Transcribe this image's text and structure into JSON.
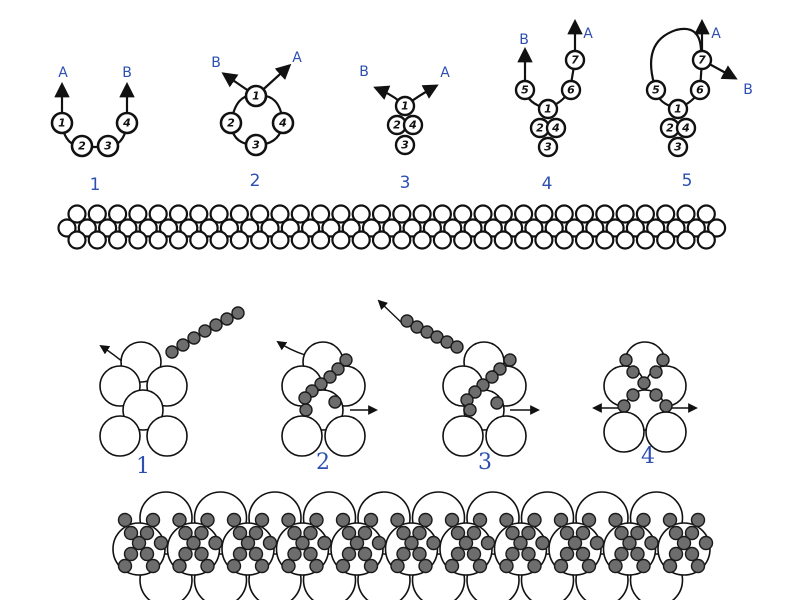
{
  "top_steps": [
    {
      "label": "1",
      "ends": [
        "A",
        "B"
      ]
    },
    {
      "label": "2",
      "ends": [
        "B",
        "A"
      ]
    },
    {
      "label": "3",
      "ends": [
        "B",
        "A"
      ]
    },
    {
      "label": "4",
      "ends": [
        "B",
        "A"
      ]
    },
    {
      "label": "5",
      "ends": [
        "A",
        "B"
      ]
    }
  ],
  "bead_numbers": [
    "1",
    "2",
    "3",
    "4",
    "5",
    "6",
    "7"
  ],
  "bottom_steps": [
    {
      "label": "1"
    },
    {
      "label": "2"
    },
    {
      "label": "3"
    },
    {
      "label": "4"
    }
  ],
  "colors": {
    "label_blue": "#2d4fb0",
    "line": "#111111",
    "seed_bead": "#6d6d6d"
  }
}
